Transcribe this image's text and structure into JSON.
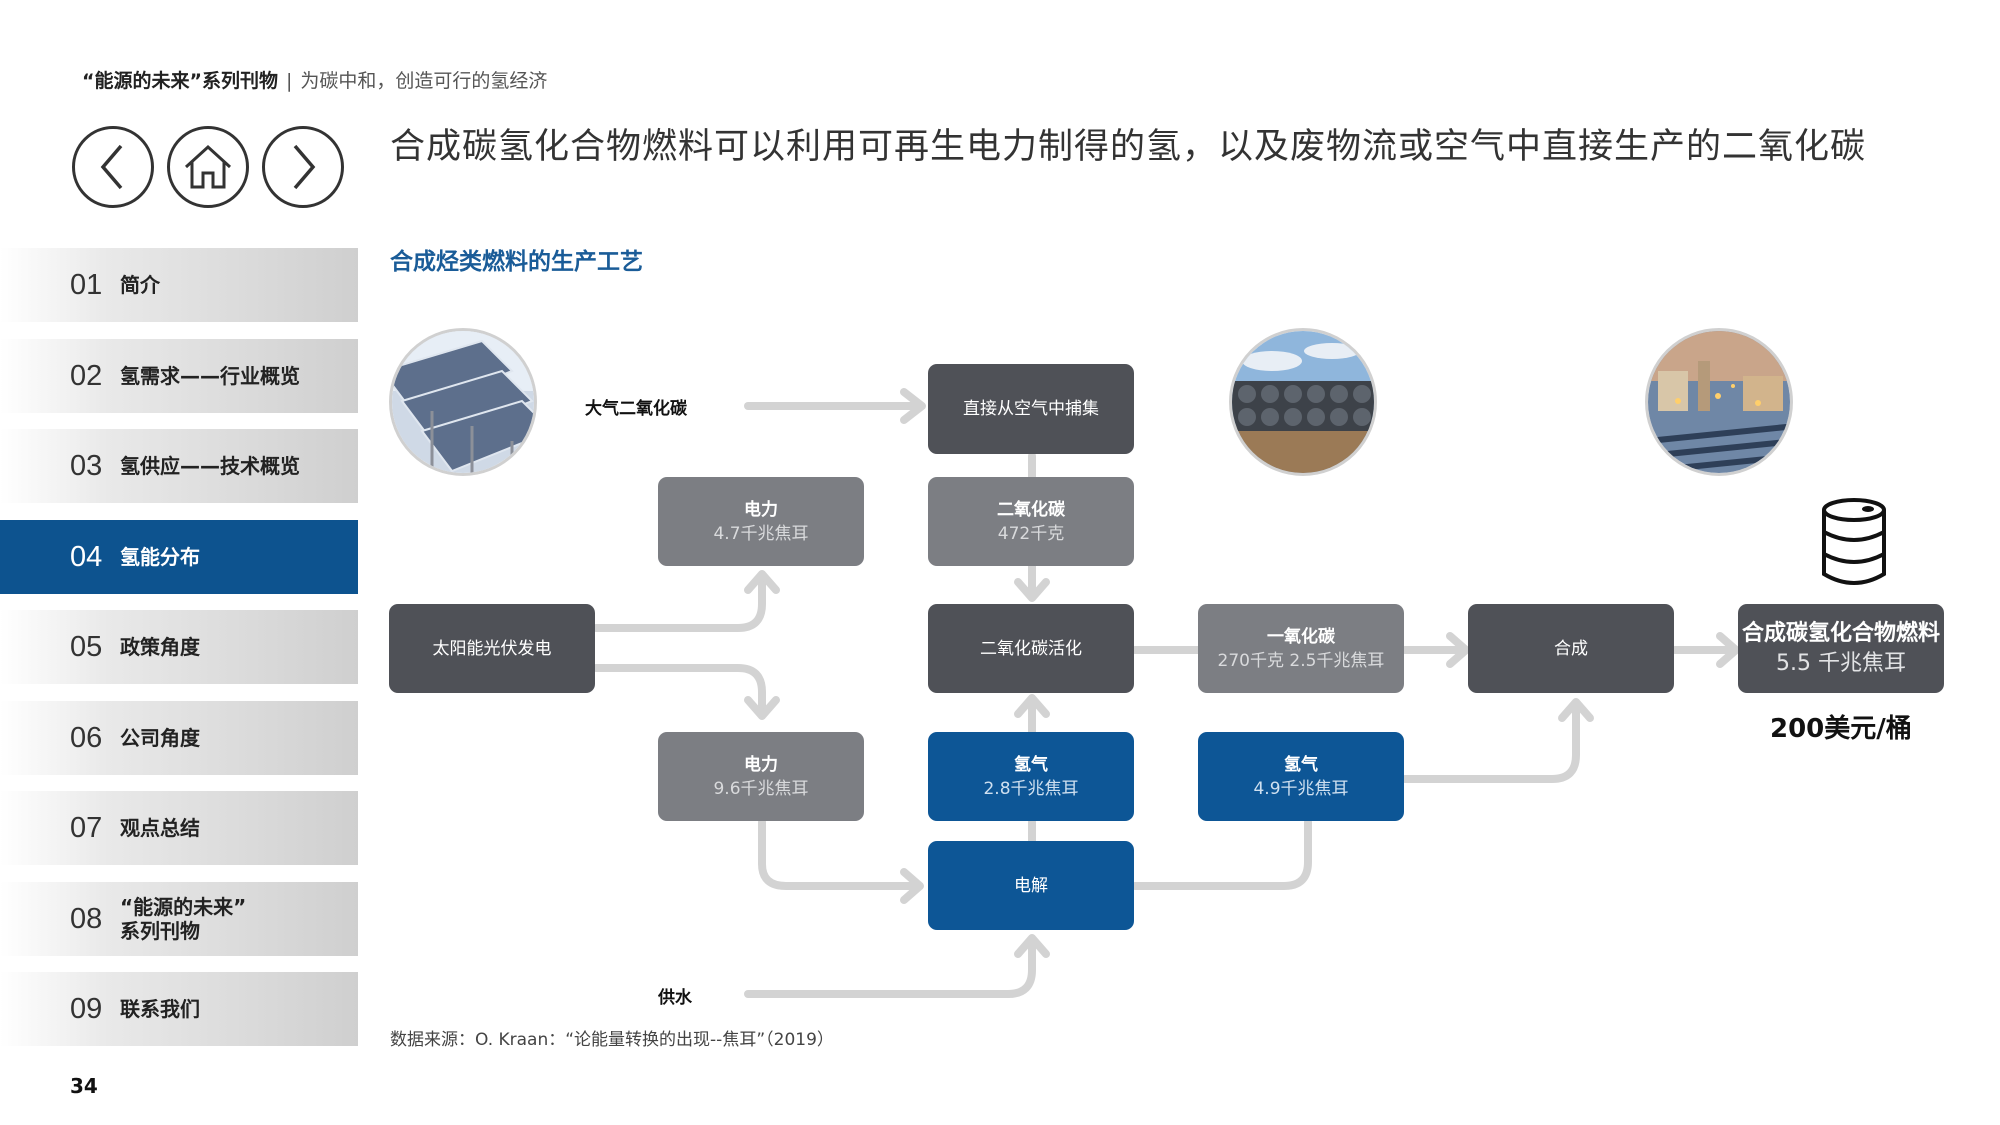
{
  "header": {
    "series": "“能源的未来”系列刊物",
    "separator": "|",
    "subtitle": "为碳中和，创造可行的氢经济"
  },
  "nav": {
    "back": "back",
    "home": "home",
    "forward": "forward"
  },
  "page_heading": "合成碳氢化合物燃料可以利用可再生电力制得的氢，以及废物流或空气中直接生产的二氧化碳",
  "sidebar": {
    "items": [
      {
        "num": "01",
        "label": "简介"
      },
      {
        "num": "02",
        "label": "氢需求——行业概览"
      },
      {
        "num": "03",
        "label": "氢供应——技术概览"
      },
      {
        "num": "04",
        "label": "氢能分布",
        "active": true
      },
      {
        "num": "05",
        "label": "政策角度"
      },
      {
        "num": "06",
        "label": "公司角度"
      },
      {
        "num": "07",
        "label": "观点总结"
      },
      {
        "num": "08",
        "label_line1": "“能源的未来”",
        "label_line2": "系列刊物"
      },
      {
        "num": "09",
        "label": "联系我们"
      }
    ]
  },
  "page_number": "34",
  "diagram": {
    "title": "合成烃类燃料的生产工艺",
    "inputs": {
      "co2_air": "大气二氧化碳",
      "water": "供水"
    },
    "boxes": {
      "dac": "直接从空气中捕集",
      "power1_title": "电力",
      "power1_value": "4.7千兆焦耳",
      "co2_title": "二氧化碳",
      "co2_value": "472千克",
      "solar": "太阳能光伏发电",
      "co2_activation": "二氧化碳活化",
      "co_title": "一氧化碳",
      "co_value": "270千克 2.5千兆焦耳",
      "synthesis": "合成",
      "fuel_title": "合成碳氢化合物燃料",
      "fuel_value": "5.5 千兆焦耳",
      "power2_title": "电力",
      "power2_value": "9.6千兆焦耳",
      "h2a_title": "氢气",
      "h2a_value": "2.8千兆焦耳",
      "h2b_title": "氢气",
      "h2b_value": "4.9千兆焦耳",
      "electrolysis": "电解"
    },
    "price": "200美元/桶",
    "icons": [
      "solar-panels-photo",
      "direct-air-capture-photo",
      "refinery-photo",
      "barrel-icon"
    ],
    "colors": {
      "dark": "#4f5157",
      "mid": "#7c7e83",
      "blue": "#0d5696",
      "arrow": "#d3d3d3",
      "title": "#1a5c98"
    }
  },
  "source": "数据来源：O. Kraan：“论能量转换的出现--焦耳”（2019）"
}
